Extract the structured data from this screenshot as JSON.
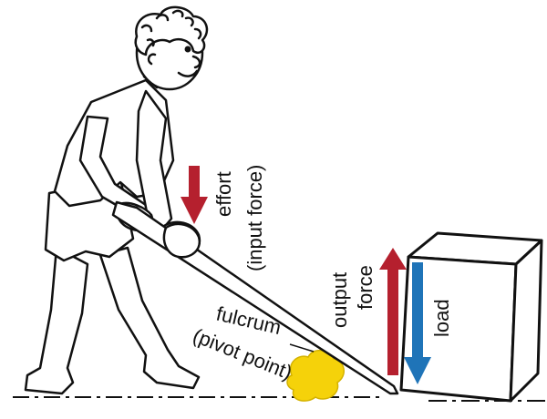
{
  "labels": {
    "effort": "effort",
    "input_force": "(input force)",
    "output": "output",
    "force": "force",
    "load": "load",
    "fulcrum": "fulcrum",
    "pivot_point": "(pivot point)"
  },
  "colors": {
    "effort_arrow": "#b5202e",
    "output_arrow": "#b5202e",
    "load_arrow": "#1f74b8",
    "fulcrum_rock": "#f5d20a",
    "outline": "#111111"
  },
  "icons": {
    "person": "person-figure",
    "lever": "lever-bar",
    "rock": "fulcrum-rock",
    "box": "load-box"
  }
}
